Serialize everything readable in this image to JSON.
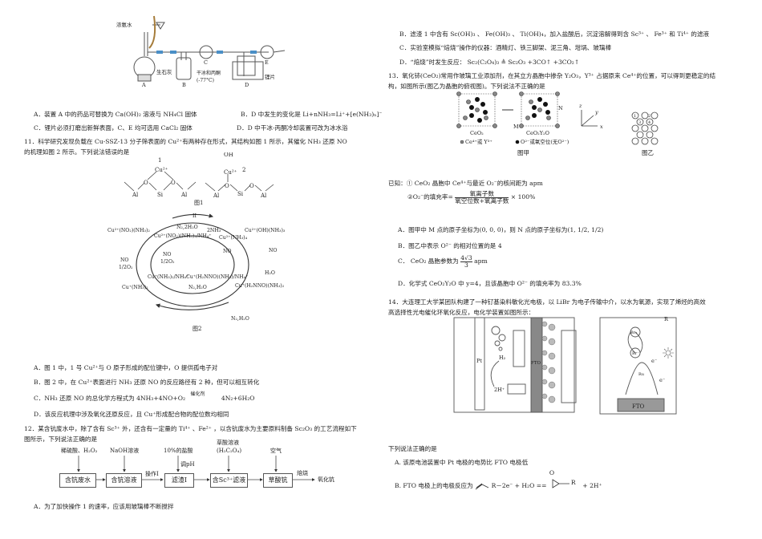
{
  "q10": {
    "apparatus_labels": {
      "funnel": "浓氨水",
      "quicklime": "生石灰",
      "A": "A",
      "B": "B",
      "C": "C",
      "D": "D",
      "E": "E",
      "coolant": "干冰和丙酮",
      "temp": "(-77°C)",
      "lithium": "锂片"
    },
    "options": [
      "A．装置 A 中的药品可替换为 Ca(OH)₂ 溶液与 NH₄Cl 固体",
      "B．D 中发生的变化是 Li+nNH₃=Li⁺+[e(NH₃)ₙ]⁻",
      "C．锂片必须打磨出新鲜表面，C、E 均可选用 CaCl₂ 固体",
      "D．D 中干冰-丙酮冷却装置可改为冰水浴"
    ]
  },
  "q11": {
    "stem_line1": "11．科学研究发现负载在 Cu-SSZ-13 分子筛表面的 Cu²⁺有两种存在形式，其结构如图 1 所示，其催化 NH₃ 还原 NO",
    "stem_line2": "的机理如图 2 所示。下列说法错误的是",
    "fig1": {
      "caption": "图1",
      "n1": "1",
      "n2": "2",
      "cu": "Cu²⁺",
      "o": "O",
      "al": "Al",
      "si": "Si",
      "oh": "OH"
    },
    "fig2": {
      "caption": "图2",
      "roman": "II",
      "s1": "Cu²⁺(NO₂)(NH₃)₂",
      "s2": "Cu²⁺(NO₂)(NH₃)₂/NH₄⁺",
      "s3": "Cu²⁺(NH₃)₄",
      "s4": "Cu²⁺(OH)(NH₃)₃",
      "s5": "Cu⁺(NH₃)₂/NH₄⁺",
      "s6": "Cu⁺(H₂NNO)(NH₃)/NH₄⁺",
      "s7": "Cu⁺(NH₃)₂",
      "s8": "Cu⁺(H₂NNO)(NH₃)₂",
      "r1": "N₂,2H₂O",
      "r2": "2NH₃",
      "r3": "NO",
      "r4": "NO",
      "r5": "H₂O",
      "r6": "NO",
      "r7": "1/2O₂",
      "r8": "NO",
      "r9": "1/2O₂",
      "r10": "N₂,H₂O",
      "r11": "N₂,H₂O"
    },
    "options": {
      "A": "A．图 1 中，1 号 Cu²⁺与 O 原子形成的配位键中，O 提供孤电子对",
      "B": "B．图 2 中，在 Cu²⁺表面进行 NH₃ 还原 NO 的反应路径有 2 种，但可以相互转化",
      "C_pre": "C．NH₃ 还原 NO 的总化学方程式为 4NH₃+4NO+O₂",
      "C_cond": "催化剂",
      "C_post": "4N₂+6H₂O",
      "D": "D．该反应机理中涉及氧化还原反应，且 Cu⁺形成配合物的配位数均相同"
    }
  },
  "q12": {
    "stem_line1": "12．某含钪废水中，除了含有 Sc³⁺ 外，还含有一定量的 Ti⁴⁺ 、Fe²⁺ ，以含钪废水为主要原料制备 Sc₂O₃ 的工艺流程如下",
    "stem_line2": "图所示，下列说法正确的是",
    "flow": {
      "boxes": [
        "含钪废水",
        "含钪溶液",
        "滤渣I",
        "含Sc³⁺滤液",
        "草酸钪"
      ],
      "reagents": [
        "稀硫酸、H₂O₂",
        "NaOH溶液",
        "10%的盐酸",
        "草酸溶液",
        "(H₂C₂O₄)",
        "空气"
      ],
      "adjust": "调pH",
      "op1": "操作I",
      "roast": "焙烧",
      "product": "氧化钪"
    },
    "options": {
      "A": "A．为了加快操作 1 的速率，应该用玻璃棒不断搅拌",
      "B": "B．滤渣 1 中含有 Sc(OH)₃ 、 Fe(OH)₃ 、 Ti(OH)₄，加入盐酸后，沉淀溶解得到含 Sc³⁺ 、 Fe³⁺ 和 Ti⁴⁺ 的滤液",
      "C": "C．实验室模拟“焙烧”操作的仪器：酒精灯、铁三脚架、泥三角、坩埚、玻璃棒",
      "D": "D．“焙烧”时发生反应： Sc₂(C₂O₄)₃ ≜ Sc₂O₃ +3CO↑ +3CO₂↑"
    }
  },
  "q13": {
    "stem_line1": "13．氧化铈(CeO₂)常用作玻璃工业添加剂，在其立方晶胞中掺杂 Y₂O₃，Y³⁺ 占据原来 Ce⁴⁺的位置，可以得到更稳定的结",
    "stem_line2": "构，如图所示(图乙为晶胞的俯视图)。下列说法不正确的是",
    "fig": {
      "cell1": "CeO₂",
      "cell2": "CeO₂Y₂O",
      "M": "M",
      "N": "N",
      "legend1": "Ce⁴⁺或 Y³⁺",
      "legend2": "O²⁻或氧空位(无O²⁻)",
      "caption1": "图甲",
      "caption2": "图乙",
      "axes": {
        "x": "x",
        "y": "y",
        "z": "z"
      },
      "positions": [
        "1",
        "2",
        "3",
        "4"
      ]
    },
    "known1": "已知：① CeO₂ 晶胞中 Ce⁴⁺与最近 O₂⁻的核间距为 apm",
    "known2_pre": "②O₂⁻的填充率=",
    "known2_num": "氧离子数",
    "known2_den": "氧空位数+氧离子数",
    "known2_post": "× 100%",
    "options": {
      "A": "A．图甲中 M 点的原子坐标为(0, 0, 0)，则 N 点的原子坐标为(1, 1/2, 1/2)",
      "B": "B．图乙中表示 O²⁻ 的相对位置的是 4",
      "C_pre": "C． CeO₂ 晶胞参数为",
      "C_num": "4√3",
      "C_den": "3",
      "C_post": "apm",
      "D": "D．化学式 CeO₂Y₂O 中 y=4，且该晶胞中 O²⁻ 的填充率为 83.3%"
    }
  },
  "q14": {
    "stem_line1": "14．大连理工大学某团队构建了一种钌基染料敏化光电极，以 LiBr 为电子传输中介，以水为氧源，实现了烯烃的高效",
    "stem_line2": "高选择性光电催化环氧化反应，电化学装置如图所示：",
    "fig": {
      "pt": "Pt",
      "h2": "H₂",
      "h": "2H⁺",
      "fto": "FTO",
      "ru": "Ru",
      "br": "Br⁻",
      "br2": "Br₂",
      "e": "e⁻",
      "r": "R",
      "fto2": "FTO"
    },
    "prompt": "下列说法正确的是",
    "options": {
      "A": "A. 该原电池装置中 Pt 电极的电势比 FTO 电极低",
      "B_pre": "B. FTO 电极上的电极反应为",
      "B_mid": "R－2e⁻ + H₂O ==",
      "B_r": "R",
      "B_o": "O",
      "B_post": "+ 2H⁺"
    }
  }
}
